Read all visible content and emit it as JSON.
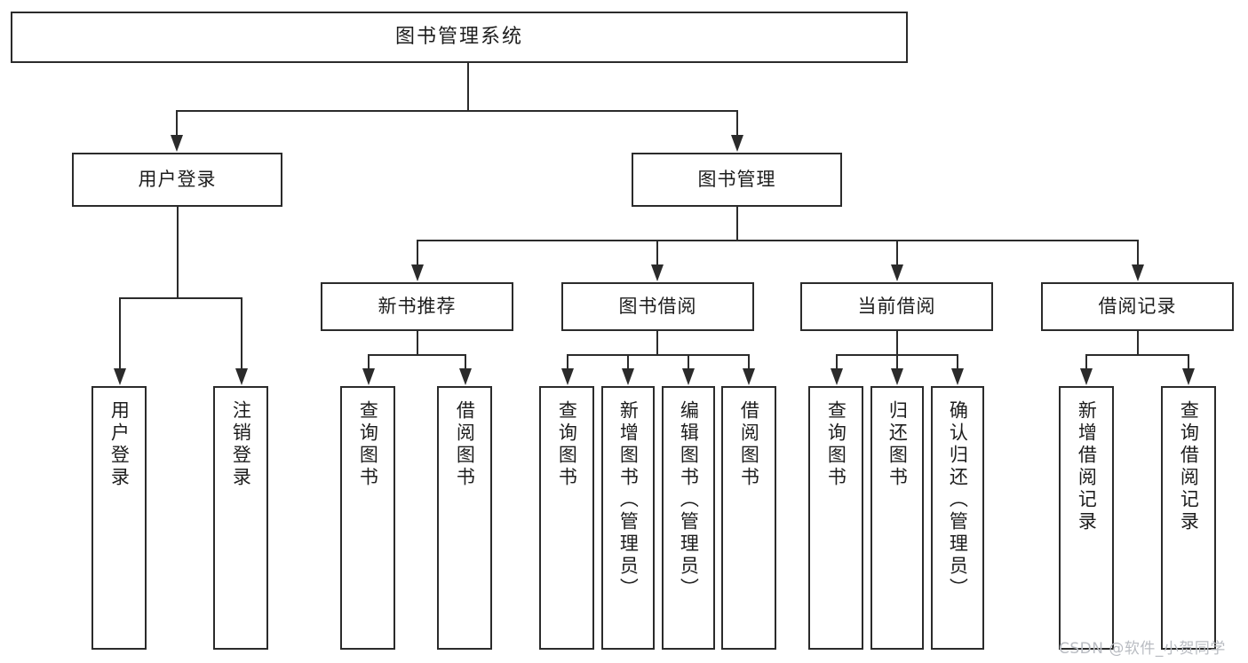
{
  "diagram": {
    "type": "tree",
    "title": "图书管理系统",
    "root": {
      "label": "图书管理系统"
    },
    "level2": [
      {
        "label": "用户登录"
      },
      {
        "label": "图书管理"
      }
    ],
    "level3": [
      {
        "label": "新书推荐"
      },
      {
        "label": "图书借阅"
      },
      {
        "label": "当前借阅"
      },
      {
        "label": "借阅记录"
      }
    ],
    "leaves": {
      "user_login": [
        {
          "label": "用户登录"
        },
        {
          "label": "注销登录"
        }
      ],
      "new_book_recommend": [
        {
          "label": "查询图书"
        },
        {
          "label": "借阅图书"
        }
      ],
      "book_borrow": [
        {
          "label": "查询图书"
        },
        {
          "label": "新增图书（管理员）"
        },
        {
          "label": "编辑图书（管理员）"
        },
        {
          "label": "借阅图书"
        }
      ],
      "current_borrow": [
        {
          "label": "查询图书"
        },
        {
          "label": "归还图书"
        },
        {
          "label": "确认归还（管理员）"
        }
      ],
      "borrow_record": [
        {
          "label": "新增借阅记录"
        },
        {
          "label": "查询借阅记录"
        }
      ]
    }
  },
  "watermark": {
    "text": "CSDN @软件_小贺同学"
  },
  "colors": {
    "stroke": "#2b2b2b",
    "fill": "#ffffff",
    "text": "#1d1d1d",
    "watermark": "#b9bcc2"
  }
}
